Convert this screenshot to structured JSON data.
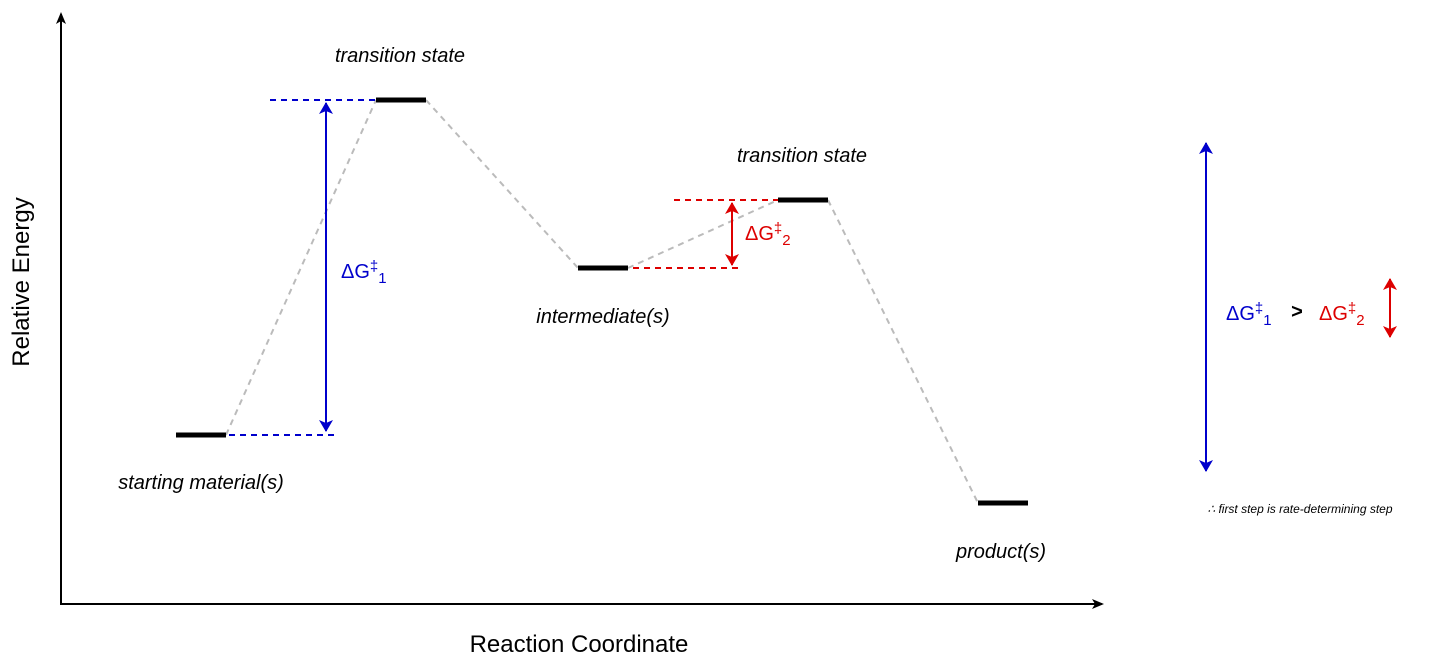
{
  "axes": {
    "x_title": "Reaction Coordinate",
    "y_title": "Relative Energy"
  },
  "states": {
    "starting": "starting material(s)",
    "ts1": "transition state",
    "intermediate": "intermediate(s)",
    "ts2": "transition state",
    "product": "product(s)"
  },
  "barriers": {
    "delta": "ΔG",
    "dagger": "‡",
    "sub1": "1",
    "sub2": "2"
  },
  "comparison": {
    "symbol": ">",
    "note": "∴ first step is rate-determining step"
  },
  "colors": {
    "barrier1": "#0000cc",
    "barrier2": "#dd0000",
    "level": "#000000",
    "connector": "#bbbbbb",
    "axis": "#000000"
  }
}
